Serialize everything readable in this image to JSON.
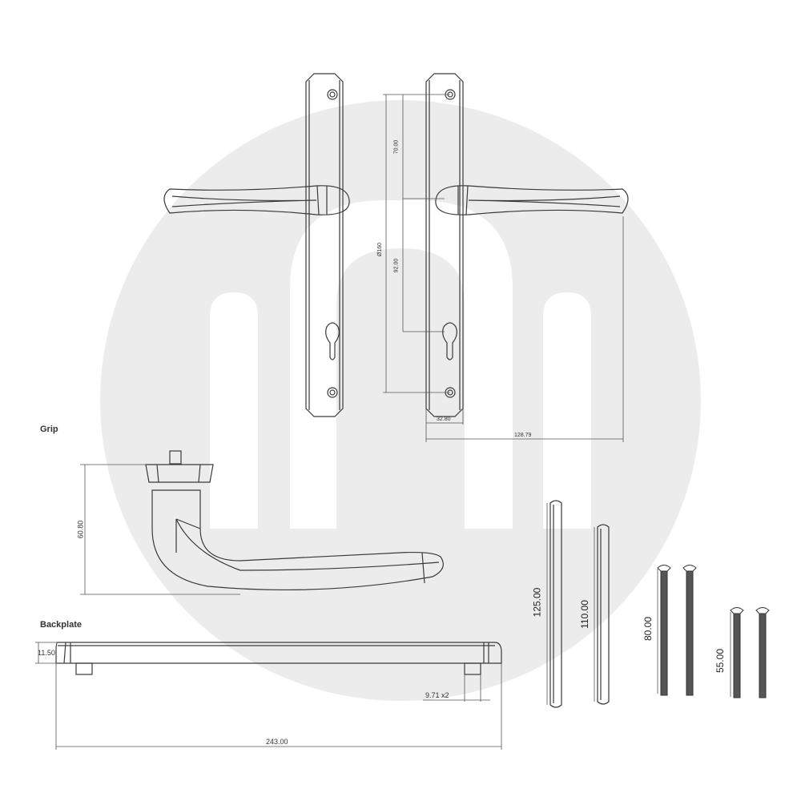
{
  "colors": {
    "watermark": "#ececec",
    "line": "#3a3a3a",
    "dim_line": "#555555",
    "background": "#ffffff"
  },
  "sections": {
    "grip": "Grip",
    "backplate": "Backplate"
  },
  "dimensions": {
    "plate_upper": "70.00",
    "plate_lower": "92.00",
    "plate_total": "Ø160",
    "plate_width": "32.80",
    "handle_projection": "128.79",
    "grip_height": "60.80",
    "backplate_height": "11.50",
    "backplate_foot": "9.71 x2",
    "backplate_length": "243.00",
    "spindle_long": "125.00",
    "spindle_short": "110.00",
    "bolt_long": "80.00",
    "bolt_short": "55.00"
  },
  "watermark_icon": "brand-m-logo-icon"
}
